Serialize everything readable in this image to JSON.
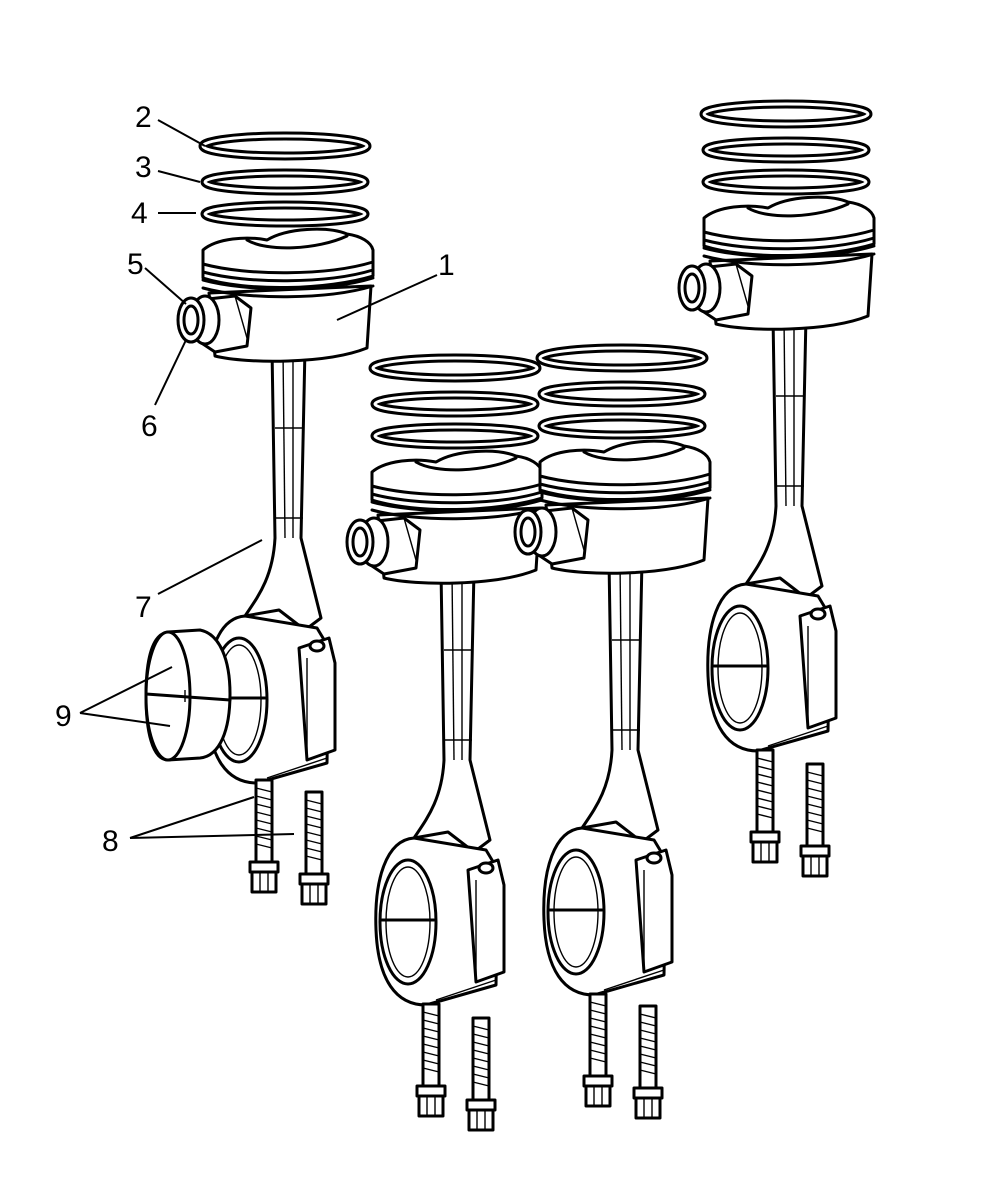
{
  "callouts": {
    "piston": "1",
    "top_ring": "2",
    "second_ring": "3",
    "oil_ring": "4",
    "pin_clip": "5",
    "piston_pin": "6",
    "connecting_rod": "7",
    "rod_bolts": "8",
    "rod_bearings": "9"
  }
}
